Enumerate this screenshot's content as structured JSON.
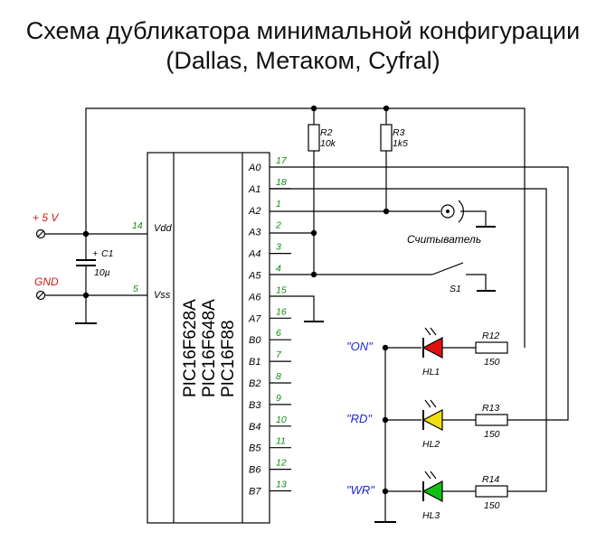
{
  "title": {
    "line1": "Схема дубликатора минимальной конфигурации",
    "line2": "(Dallas, Метаком, Cyfral)"
  },
  "chip": {
    "names": [
      "PIC16F628A",
      "PIC16F648A",
      "PIC16F88"
    ],
    "left_pins": [
      {
        "name": "Vdd",
        "num": "14"
      },
      {
        "name": "Vss",
        "num": "5"
      }
    ],
    "right_pins": [
      {
        "name": "A0",
        "num": "17"
      },
      {
        "name": "A1",
        "num": "18"
      },
      {
        "name": "A2",
        "num": "1"
      },
      {
        "name": "A3",
        "num": "2"
      },
      {
        "name": "A4",
        "num": "3"
      },
      {
        "name": "A5",
        "num": "4"
      },
      {
        "name": "A6",
        "num": "15"
      },
      {
        "name": "A7",
        "num": "16"
      },
      {
        "name": "B0",
        "num": "6"
      },
      {
        "name": "B1",
        "num": "7"
      },
      {
        "name": "B2",
        "num": "8"
      },
      {
        "name": "B3",
        "num": "9"
      },
      {
        "name": "B4",
        "num": "10"
      },
      {
        "name": "B5",
        "num": "11"
      },
      {
        "name": "B6",
        "num": "12"
      },
      {
        "name": "B7",
        "num": "13"
      }
    ]
  },
  "power": {
    "plus": "+ 5 V",
    "gnd": "GND"
  },
  "components": {
    "c1_name": "C1",
    "c1_value": "10µ",
    "c1_plus": "+",
    "r2_name": "R2",
    "r2_value": "10k",
    "r3_name": "R3",
    "r3_value": "1k5",
    "reader": "Считыватель",
    "switch": "S1"
  },
  "leds": [
    {
      "signal": "\"ON\"",
      "name": "HL1",
      "resistor": "R12",
      "value": "150",
      "color": "#e01010"
    },
    {
      "signal": "\"RD\"",
      "name": "HL2",
      "resistor": "R13",
      "value": "150",
      "color": "#f0e010"
    },
    {
      "signal": "\"WR\"",
      "name": "HL3",
      "resistor": "R14",
      "value": "150",
      "color": "#10c010"
    }
  ]
}
